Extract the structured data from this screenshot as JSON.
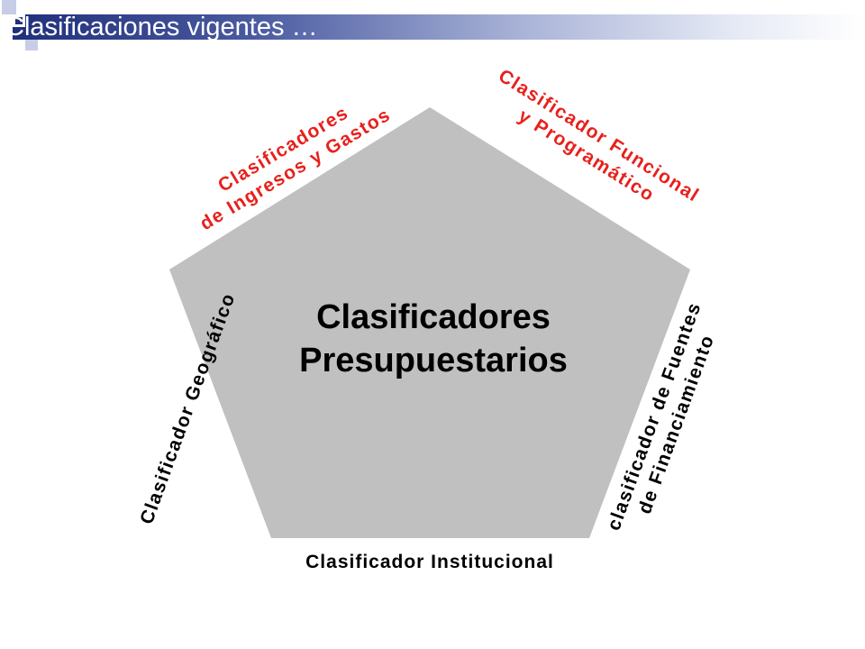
{
  "slide": {
    "title": "Clasificaciones vigentes …"
  },
  "diagram": {
    "center": {
      "line1": "Clasificadores",
      "line2": "Presupuestarios"
    },
    "sides": {
      "top_left": {
        "line1": "Clasificadores",
        "line2": "de Ingresos y Gastos",
        "color": "#e8201c"
      },
      "top_right": {
        "line1": "Clasificador Funcional",
        "line2": "y Programático",
        "color": "#e8201c"
      },
      "left": {
        "line1": "Clasificador Geográfico",
        "color": "#000000"
      },
      "right": {
        "line1": "clasificador de Fuentes",
        "line2": "de Financiamiento",
        "color": "#000000"
      },
      "bottom": {
        "line1": "Clasificador Institucional",
        "color": "#000000"
      }
    },
    "pentagon_color": "#c0c0c0"
  }
}
